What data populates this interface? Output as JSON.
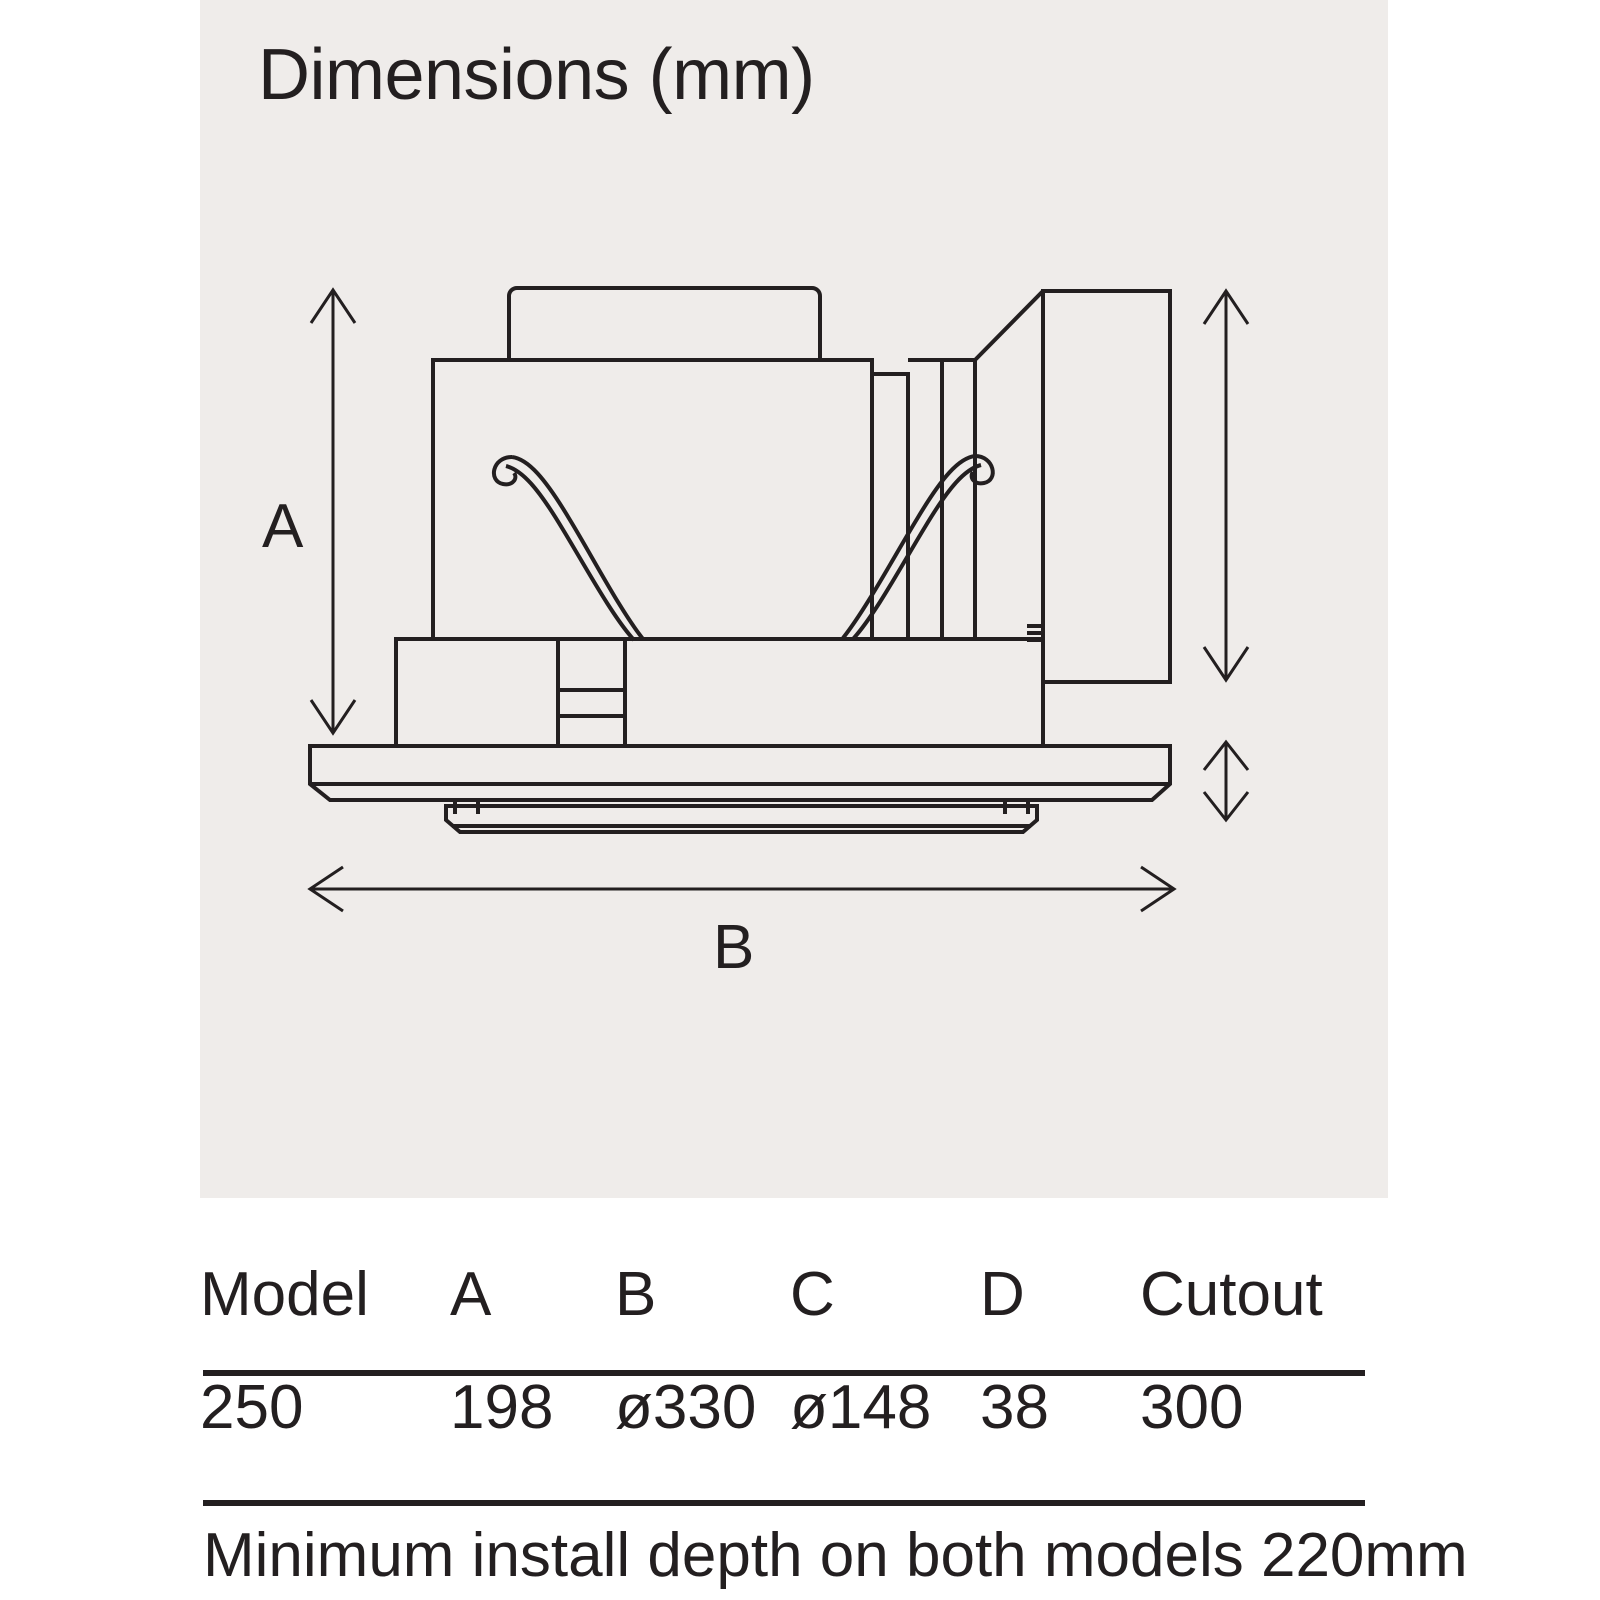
{
  "panel": {
    "title": "Dimensions (mm)",
    "background_color": "#efecea",
    "line_color": "#231f20"
  },
  "drawing": {
    "type": "technical-elevation",
    "subject": "ceiling exhaust fan side elevation",
    "dimension_labels": {
      "height_overall": "A",
      "width_overall": "B"
    },
    "callouts": [
      {
        "name": "A",
        "label": "A",
        "orientation": "vertical",
        "side": "left"
      },
      {
        "name": "B",
        "label": "B",
        "orientation": "horizontal",
        "side": "bottom"
      },
      {
        "name": "C",
        "label": "",
        "orientation": "vertical",
        "side": "right"
      },
      {
        "name": "D",
        "label": "",
        "orientation": "vertical",
        "side": "right"
      }
    ]
  },
  "table": {
    "headers": [
      "Model",
      "A",
      "B",
      "C",
      "D",
      "Cutout"
    ],
    "rows": [
      [
        "250",
        "198",
        "ø330",
        "ø148",
        "38",
        "300"
      ]
    ]
  },
  "footnote": "Minimum install depth on both models 220mm"
}
